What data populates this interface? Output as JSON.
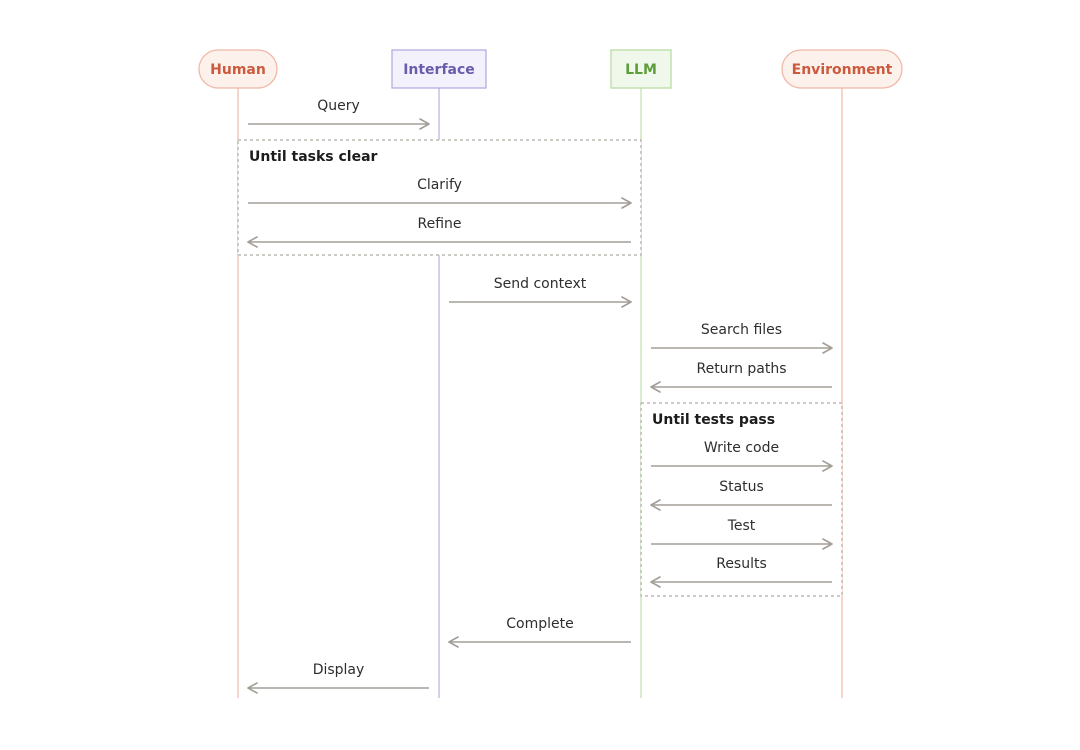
{
  "actors": [
    {
      "id": "human",
      "label": "Human",
      "shape": "pill",
      "text_color": "#cc5a3c",
      "border_color": "#f0b8a8",
      "fill": "#fdf1ec",
      "line_color": "#f2b9aa"
    },
    {
      "id": "interface",
      "label": "Interface",
      "shape": "box",
      "text_color": "#6a5cad",
      "border_color": "#b5ace0",
      "fill": "#f3f1fb",
      "line_color": "#b7b0e0"
    },
    {
      "id": "llm",
      "label": "LLM",
      "shape": "box",
      "text_color": "#5e9e3a",
      "border_color": "#b9dca6",
      "fill": "#eff8ea",
      "line_color": "#bfe0ad"
    },
    {
      "id": "environment",
      "label": "Environment",
      "shape": "pill",
      "text_color": "#cc5a3c",
      "border_color": "#f0b8a8",
      "fill": "#fdf1ec",
      "line_color": "#f2b9aa"
    }
  ],
  "frames": [
    {
      "label": "Until tasks clear",
      "from": "human",
      "to": "llm"
    },
    {
      "label": "Until tests pass",
      "from": "llm",
      "to": "environment"
    }
  ],
  "messages": [
    {
      "label": "Query",
      "from": "human",
      "to": "interface"
    },
    {
      "label": "Clarify",
      "from": "human",
      "to": "llm",
      "frame": 0
    },
    {
      "label": "Refine",
      "from": "llm",
      "to": "human",
      "frame": 0
    },
    {
      "label": "Send context",
      "from": "interface",
      "to": "llm"
    },
    {
      "label": "Search files",
      "from": "llm",
      "to": "environment"
    },
    {
      "label": "Return paths",
      "from": "environment",
      "to": "llm"
    },
    {
      "label": "Write code",
      "from": "llm",
      "to": "environment",
      "frame": 1
    },
    {
      "label": "Status",
      "from": "environment",
      "to": "llm",
      "frame": 1
    },
    {
      "label": "Test",
      "from": "llm",
      "to": "environment",
      "frame": 1
    },
    {
      "label": "Results",
      "from": "environment",
      "to": "llm",
      "frame": 1
    },
    {
      "label": "Complete",
      "from": "llm",
      "to": "interface"
    },
    {
      "label": "Display",
      "from": "interface",
      "to": "human"
    }
  ],
  "colors": {
    "arrow": "#a39e97",
    "frame_border": "#bdbab4",
    "frame_label": "#1c1c1c",
    "message_label": "#2e2e2e",
    "background": "#ffffff"
  }
}
